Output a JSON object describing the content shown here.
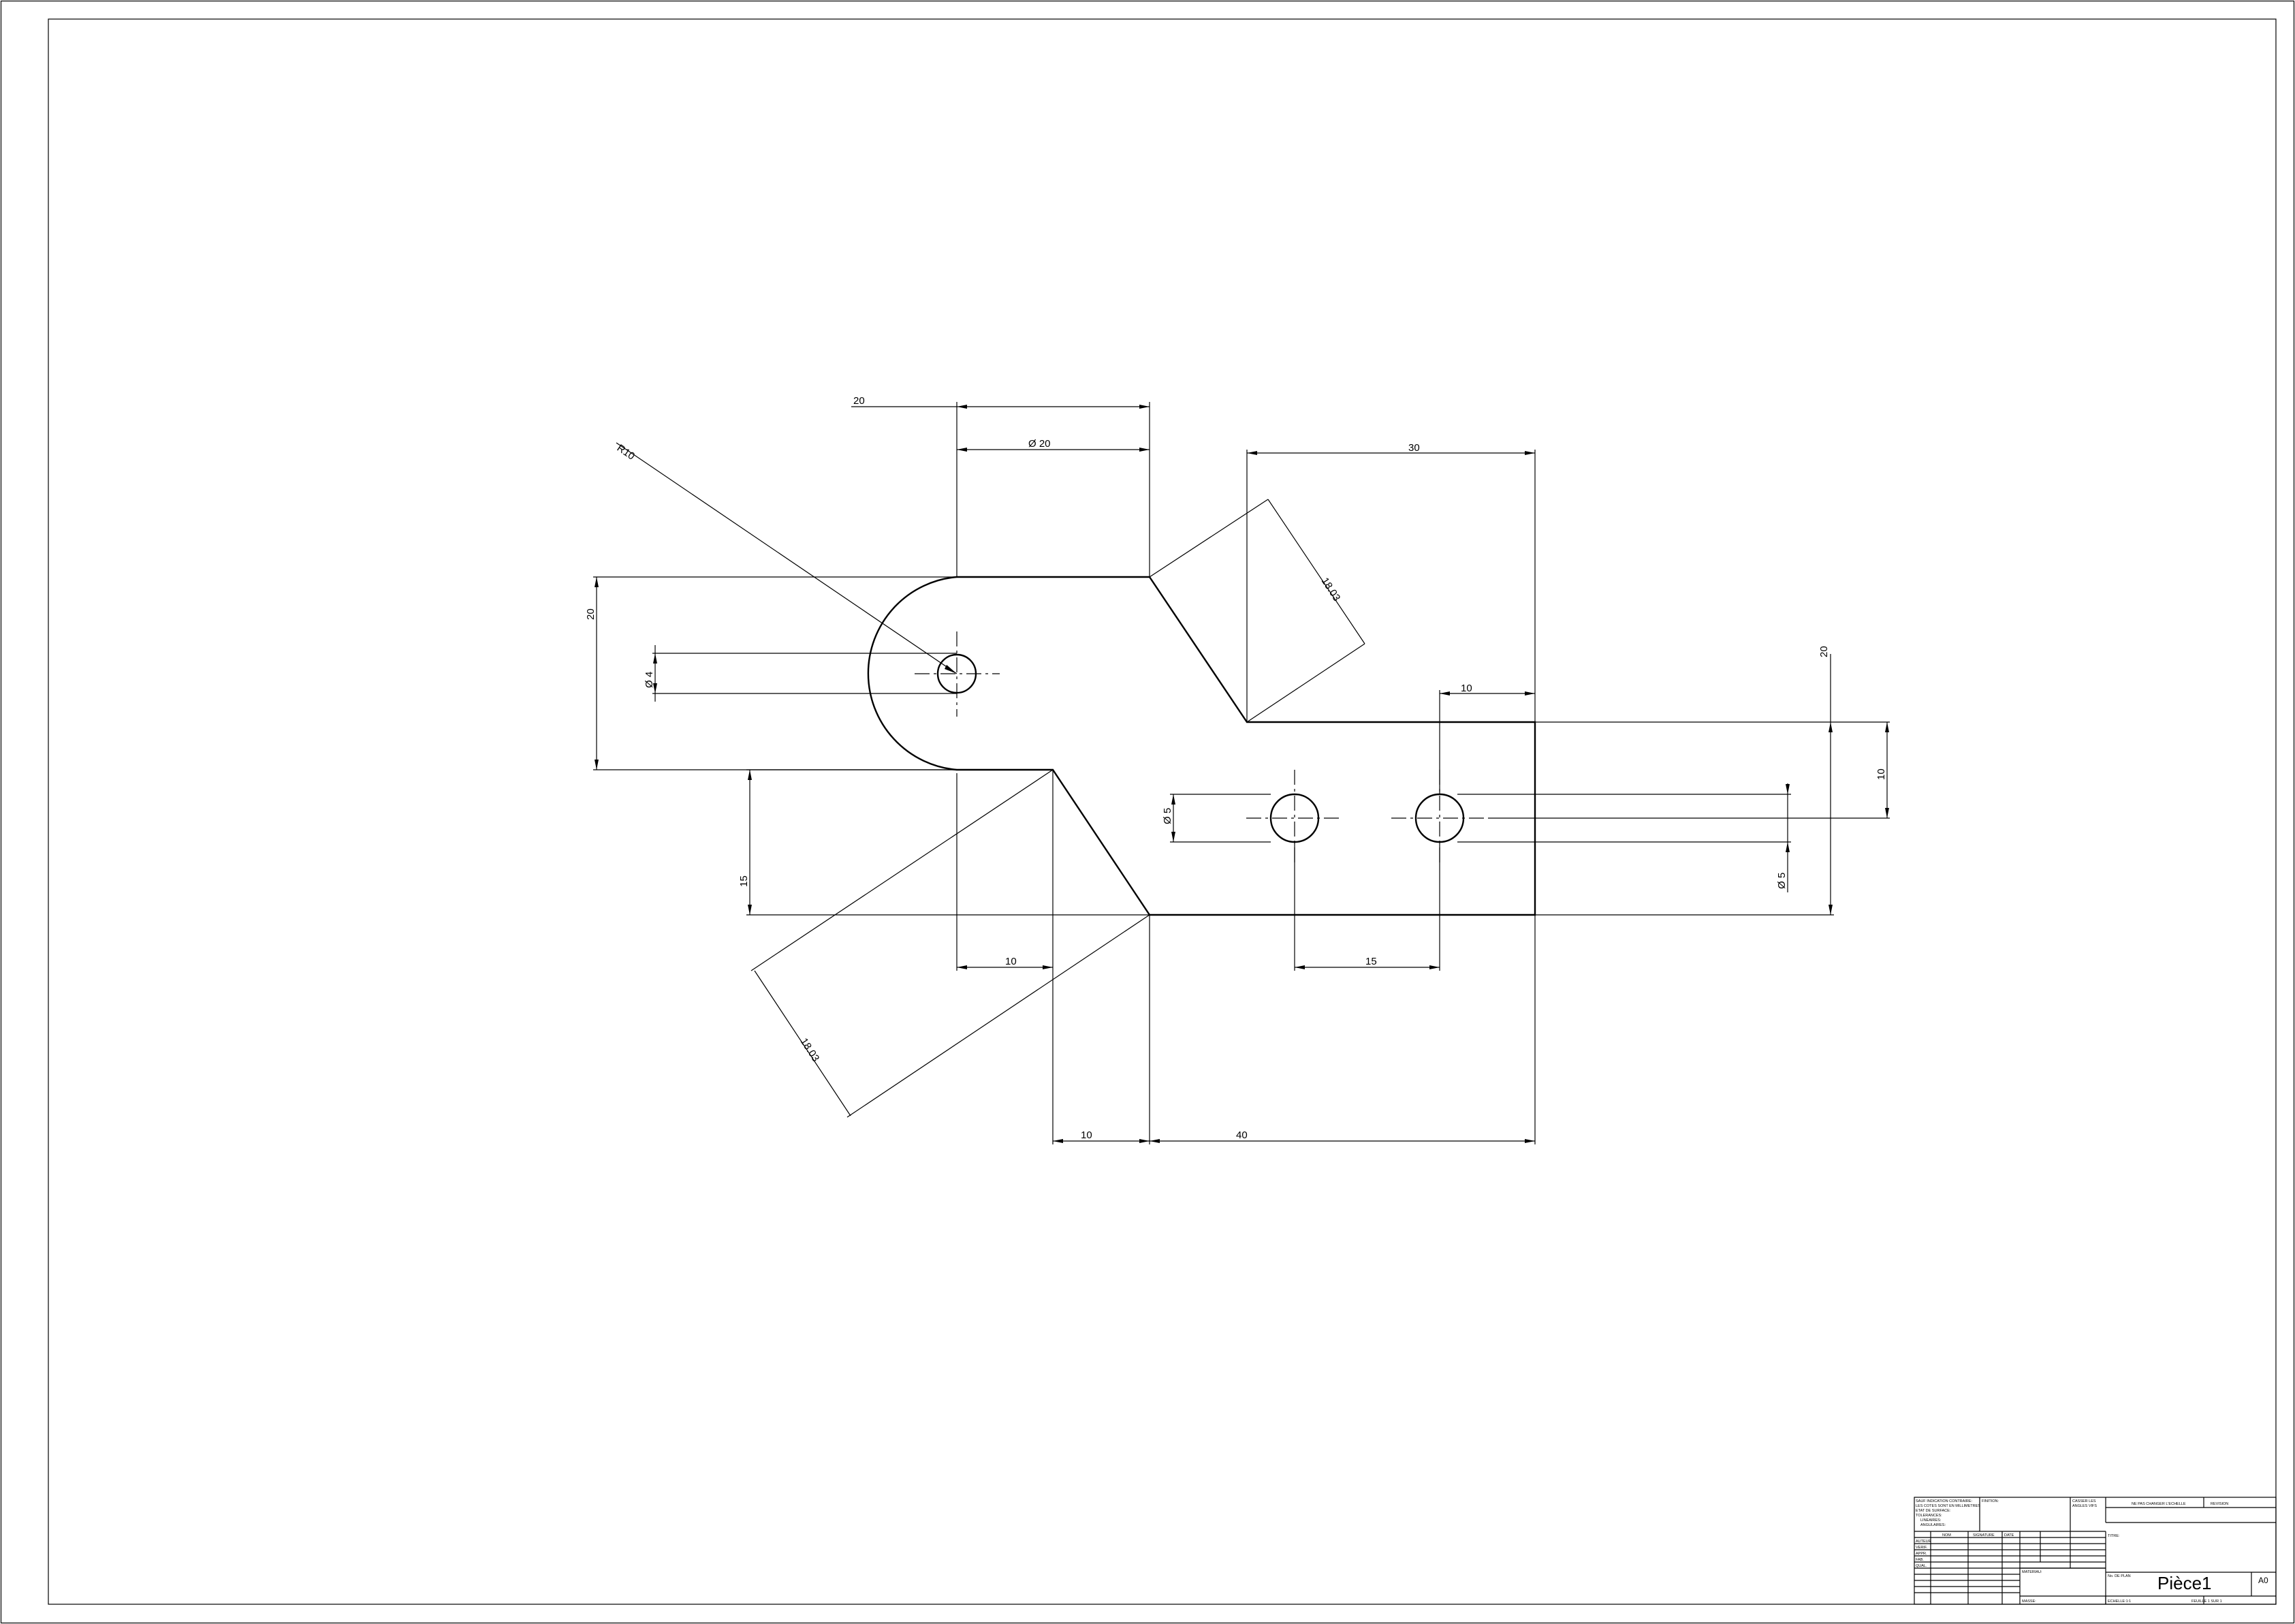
{
  "dimensions": {
    "top_offset": "20",
    "diameter_20": "Ø 20",
    "radius_10": "R10",
    "width_30": "30",
    "chamfer_top": "18.03",
    "left_height_20": "20",
    "hole_dia_4": "Ø 4",
    "right_height_20": "20",
    "right_10": "10",
    "slot_10": "10",
    "hole_dia_5_left": "Ø 5",
    "hole_dia_5_right": "Ø 5",
    "left_15": "15",
    "bottom_10_a": "10",
    "hole_spacing_15": "15",
    "chamfer_bottom": "18.03",
    "bottom_10_b": "10",
    "bottom_40": "40"
  },
  "title_block": {
    "tolerance_note": [
      "SAUF INDICATION CONTRAIRE:",
      "LES COTES SONT EN MILLIMETRES",
      "ETAT DE SURFACE:",
      "TOLERANCES:",
      "LINEAIRES:",
      "ANGULAIRES:"
    ],
    "finish_label": "FINITION:",
    "break_edges": [
      "CASSER LES",
      "ANGLES VIFS"
    ],
    "do_not_scale": "NE PAS CHANGER L'ECHELLE",
    "revision_label": "REVISION",
    "col_name": "NOM",
    "col_signature": "SIGNATURE",
    "col_date": "DATE",
    "rows": [
      "AUTEUR",
      "VERIF.",
      "APPR.",
      "FAB.",
      "QUAL."
    ],
    "title_label": "TITRE:",
    "material_label": "MATERIAU:",
    "drawing_no_label": "No. DE PLAN",
    "title": "Pièce1",
    "format": "A0",
    "weight_label": "MASSE:",
    "scale_label": "ECHELLE:1:1",
    "sheet_label": "FEUILLE 1 SUR 1"
  }
}
